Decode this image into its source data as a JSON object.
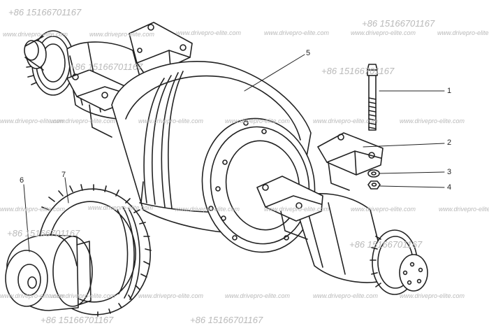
{
  "watermark": {
    "url": "www.drivepro-elite.com",
    "phone": "+86 15166701167"
  },
  "callouts": [
    "1",
    "2",
    "3",
    "4",
    "5",
    "6",
    "7"
  ],
  "colors": {
    "line": "#222222",
    "watermark": "#b9b9b9",
    "background": "#ffffff"
  }
}
